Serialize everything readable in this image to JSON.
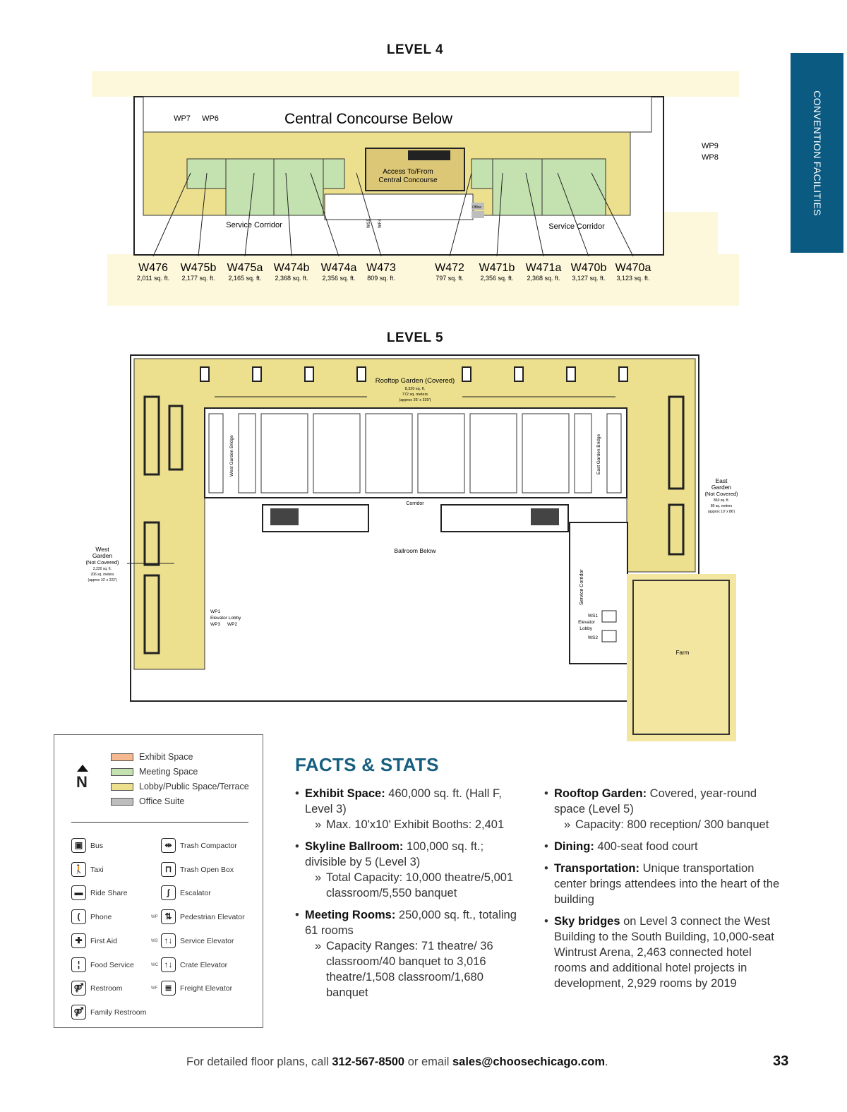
{
  "side_tab": "CONVENTION FACILITIES",
  "level4": {
    "title": "LEVEL 4",
    "concourse_label": "Central Concourse Below",
    "access_label_1": "Access To/From",
    "access_label_2": "Central Concourse",
    "service_corridor": "Service Corridor",
    "elevators": {
      "wp7": "WP7",
      "wp6": "WP6",
      "wp9": "WP9",
      "wp8": "WP8",
      "ws5": "WS5",
      "wf4": "WF4"
    },
    "office": "Office",
    "rooms": [
      {
        "name": "W476",
        "area": "2,011 sq. ft."
      },
      {
        "name": "W475b",
        "area": "2,177 sq. ft."
      },
      {
        "name": "W475a",
        "area": "2,165 sq. ft."
      },
      {
        "name": "W474b",
        "area": "2,368 sq. ft."
      },
      {
        "name": "W474a",
        "area": "2,356 sq. ft."
      },
      {
        "name": "W473",
        "area": "809 sq. ft."
      },
      {
        "name": "W472",
        "area": "797 sq. ft."
      },
      {
        "name": "W471b",
        "area": "2,356 sq. ft."
      },
      {
        "name": "W471a",
        "area": "2,368 sq. ft."
      },
      {
        "name": "W470b",
        "area": "3,127 sq. ft."
      },
      {
        "name": "W470a",
        "area": "3,123 sq. ft."
      }
    ]
  },
  "level5": {
    "title": "LEVEL 5",
    "rooftop": {
      "name": "Rooftop Garden (Covered)",
      "sqft": "8,320 sq. ft.",
      "sqm": "772 sq. meters",
      "approx": "(approx 26' x 320')"
    },
    "west_bridge": "West Garden Bridge",
    "east_bridge": "East Garden Bridge",
    "corridor": "Corridor",
    "ballroom": "Ballroom Below",
    "service_corridor": "Service Corridor",
    "west_garden": {
      "l1": "West",
      "l2": "Garden",
      "l3": "(Not Covered)",
      "sqft": "2,220 sq. ft.",
      "sqm": "206 sq. meters",
      "approx": "(approx 10' x 222')"
    },
    "east_garden": {
      "l1": "East",
      "l2": "Garden",
      "l3": "(Not Covered)",
      "sqft": "860 sq. ft.",
      "sqm": "80 sq. meters",
      "approx": "(approx 10' x 86')"
    },
    "wp1": "WP1",
    "elevator_lobby": "Elevator Lobby",
    "wp3": "WP3",
    "wp2": "WP2",
    "ws1": "WS1",
    "ws2": "WS2",
    "elevator": "Elevator",
    "lobby": "Lobby",
    "farm": "Farm"
  },
  "legend": {
    "north": "N",
    "spaces": [
      {
        "label": "Exhibit Space",
        "color": "#f6b98f"
      },
      {
        "label": "Meeting Space",
        "color": "#c4e2b0"
      },
      {
        "label": "Lobby/Public Space/Terrace",
        "color": "#ece08f"
      },
      {
        "label": "Office Suite",
        "color": "#bdbdbd"
      }
    ],
    "icons_left": [
      {
        "label": "Bus",
        "glyph": "bus-icon"
      },
      {
        "label": "Taxi",
        "glyph": "taxi-icon"
      },
      {
        "label": "Ride Share",
        "glyph": "car-icon"
      },
      {
        "label": "Phone",
        "glyph": "phone-icon"
      },
      {
        "label": "First Aid",
        "glyph": "first-aid-icon"
      },
      {
        "label": "Food Service",
        "glyph": "food-icon"
      },
      {
        "label": "Restroom",
        "glyph": "restroom-icon"
      },
      {
        "label": "Family Restroom",
        "glyph": "family-restroom-icon"
      }
    ],
    "icons_right": [
      {
        "label": "Trash Compactor",
        "prefix": ""
      },
      {
        "label": "Trash Open Box",
        "prefix": ""
      },
      {
        "label": "Escalator",
        "prefix": ""
      },
      {
        "label": "Pedestrian Elevator",
        "prefix": "WP"
      },
      {
        "label": "Service Elevator",
        "prefix": "WS"
      },
      {
        "label": "Crate Elevator",
        "prefix": "WC"
      },
      {
        "label": "Freight Elevator",
        "prefix": "WF"
      }
    ]
  },
  "facts": {
    "title": "FACTS & STATS",
    "left": [
      {
        "head": "Exhibit Space:",
        "text": " 460,000 sq. ft. (Hall F, Level 3)",
        "sub": "Max. 10'x10' Exhibit Booths: 2,401"
      },
      {
        "head": "Skyline Ballroom:",
        "text": " 100,000 sq. ft.; divisible by 5 (Level 3)",
        "sub": "Total Capacity: 10,000 theatre/5,001 classroom/5,550 banquet"
      },
      {
        "head": "Meeting Rooms:",
        "text": " 250,000 sq. ft., totaling 61 rooms",
        "sub": "Capacity Ranges: 71 theatre/ 36 classroom/40 banquet to 3,016 theatre/1,508 classroom/1,680 banquet"
      }
    ],
    "right": [
      {
        "head": "Rooftop Garden:",
        "text": " Covered, year-round space (Level 5)",
        "sub": "Capacity: 800 reception/ 300 banquet"
      },
      {
        "head": "Dining:",
        "text": " 400-seat food court"
      },
      {
        "head": "Transportation:",
        "text": " Unique transportation center brings attendees into the heart of the building"
      },
      {
        "head": "Sky bridges",
        "text": " on Level 3 connect the West Building to the South Building, 10,000-seat Wintrust Arena, 2,463 connected hotel rooms and additional hotel projects in development, 2,929 rooms by 2019"
      }
    ]
  },
  "footer": {
    "pre": "For detailed floor plans, call ",
    "phone": "312-567-8500",
    "mid": " or email ",
    "email": "sales@choosechicago.com",
    "end": ".",
    "page": "33"
  }
}
